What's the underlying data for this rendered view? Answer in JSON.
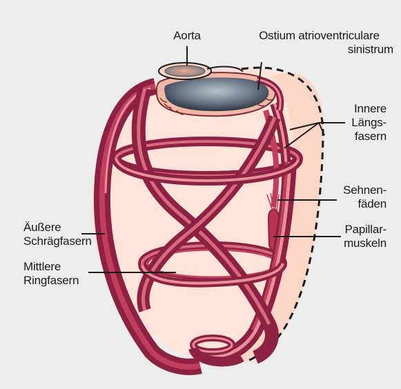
{
  "labels": {
    "aorta": "Aorta",
    "ostium_line1": "Ostium atrioventriculare",
    "ostium_line2": "sinistrum",
    "innere_line1": "Innere",
    "innere_line2": "Längs-",
    "innere_line3": "fasern",
    "sehnen_line1": "Sehnen-",
    "sehnen_line2": "fäden",
    "papillar_line1": "Papillar-",
    "papillar_line2": "muskeln",
    "aeussere_line1": "Äußere",
    "aeussere_line2": "Schrägfasern",
    "mittlere_line1": "Mittlere",
    "mittlere_line2": "Ringfasern"
  },
  "colors": {
    "background": "#ececec",
    "heart_tissue": "#fde3d8",
    "muscle_dark": "#8c2143",
    "muscle_mid": "#c23e5e",
    "muscle_light": "#e98f98",
    "valve_ring": "#f2b8a4",
    "ostium_dark": "#3e4a5a",
    "leader": "#1a1a1a"
  }
}
